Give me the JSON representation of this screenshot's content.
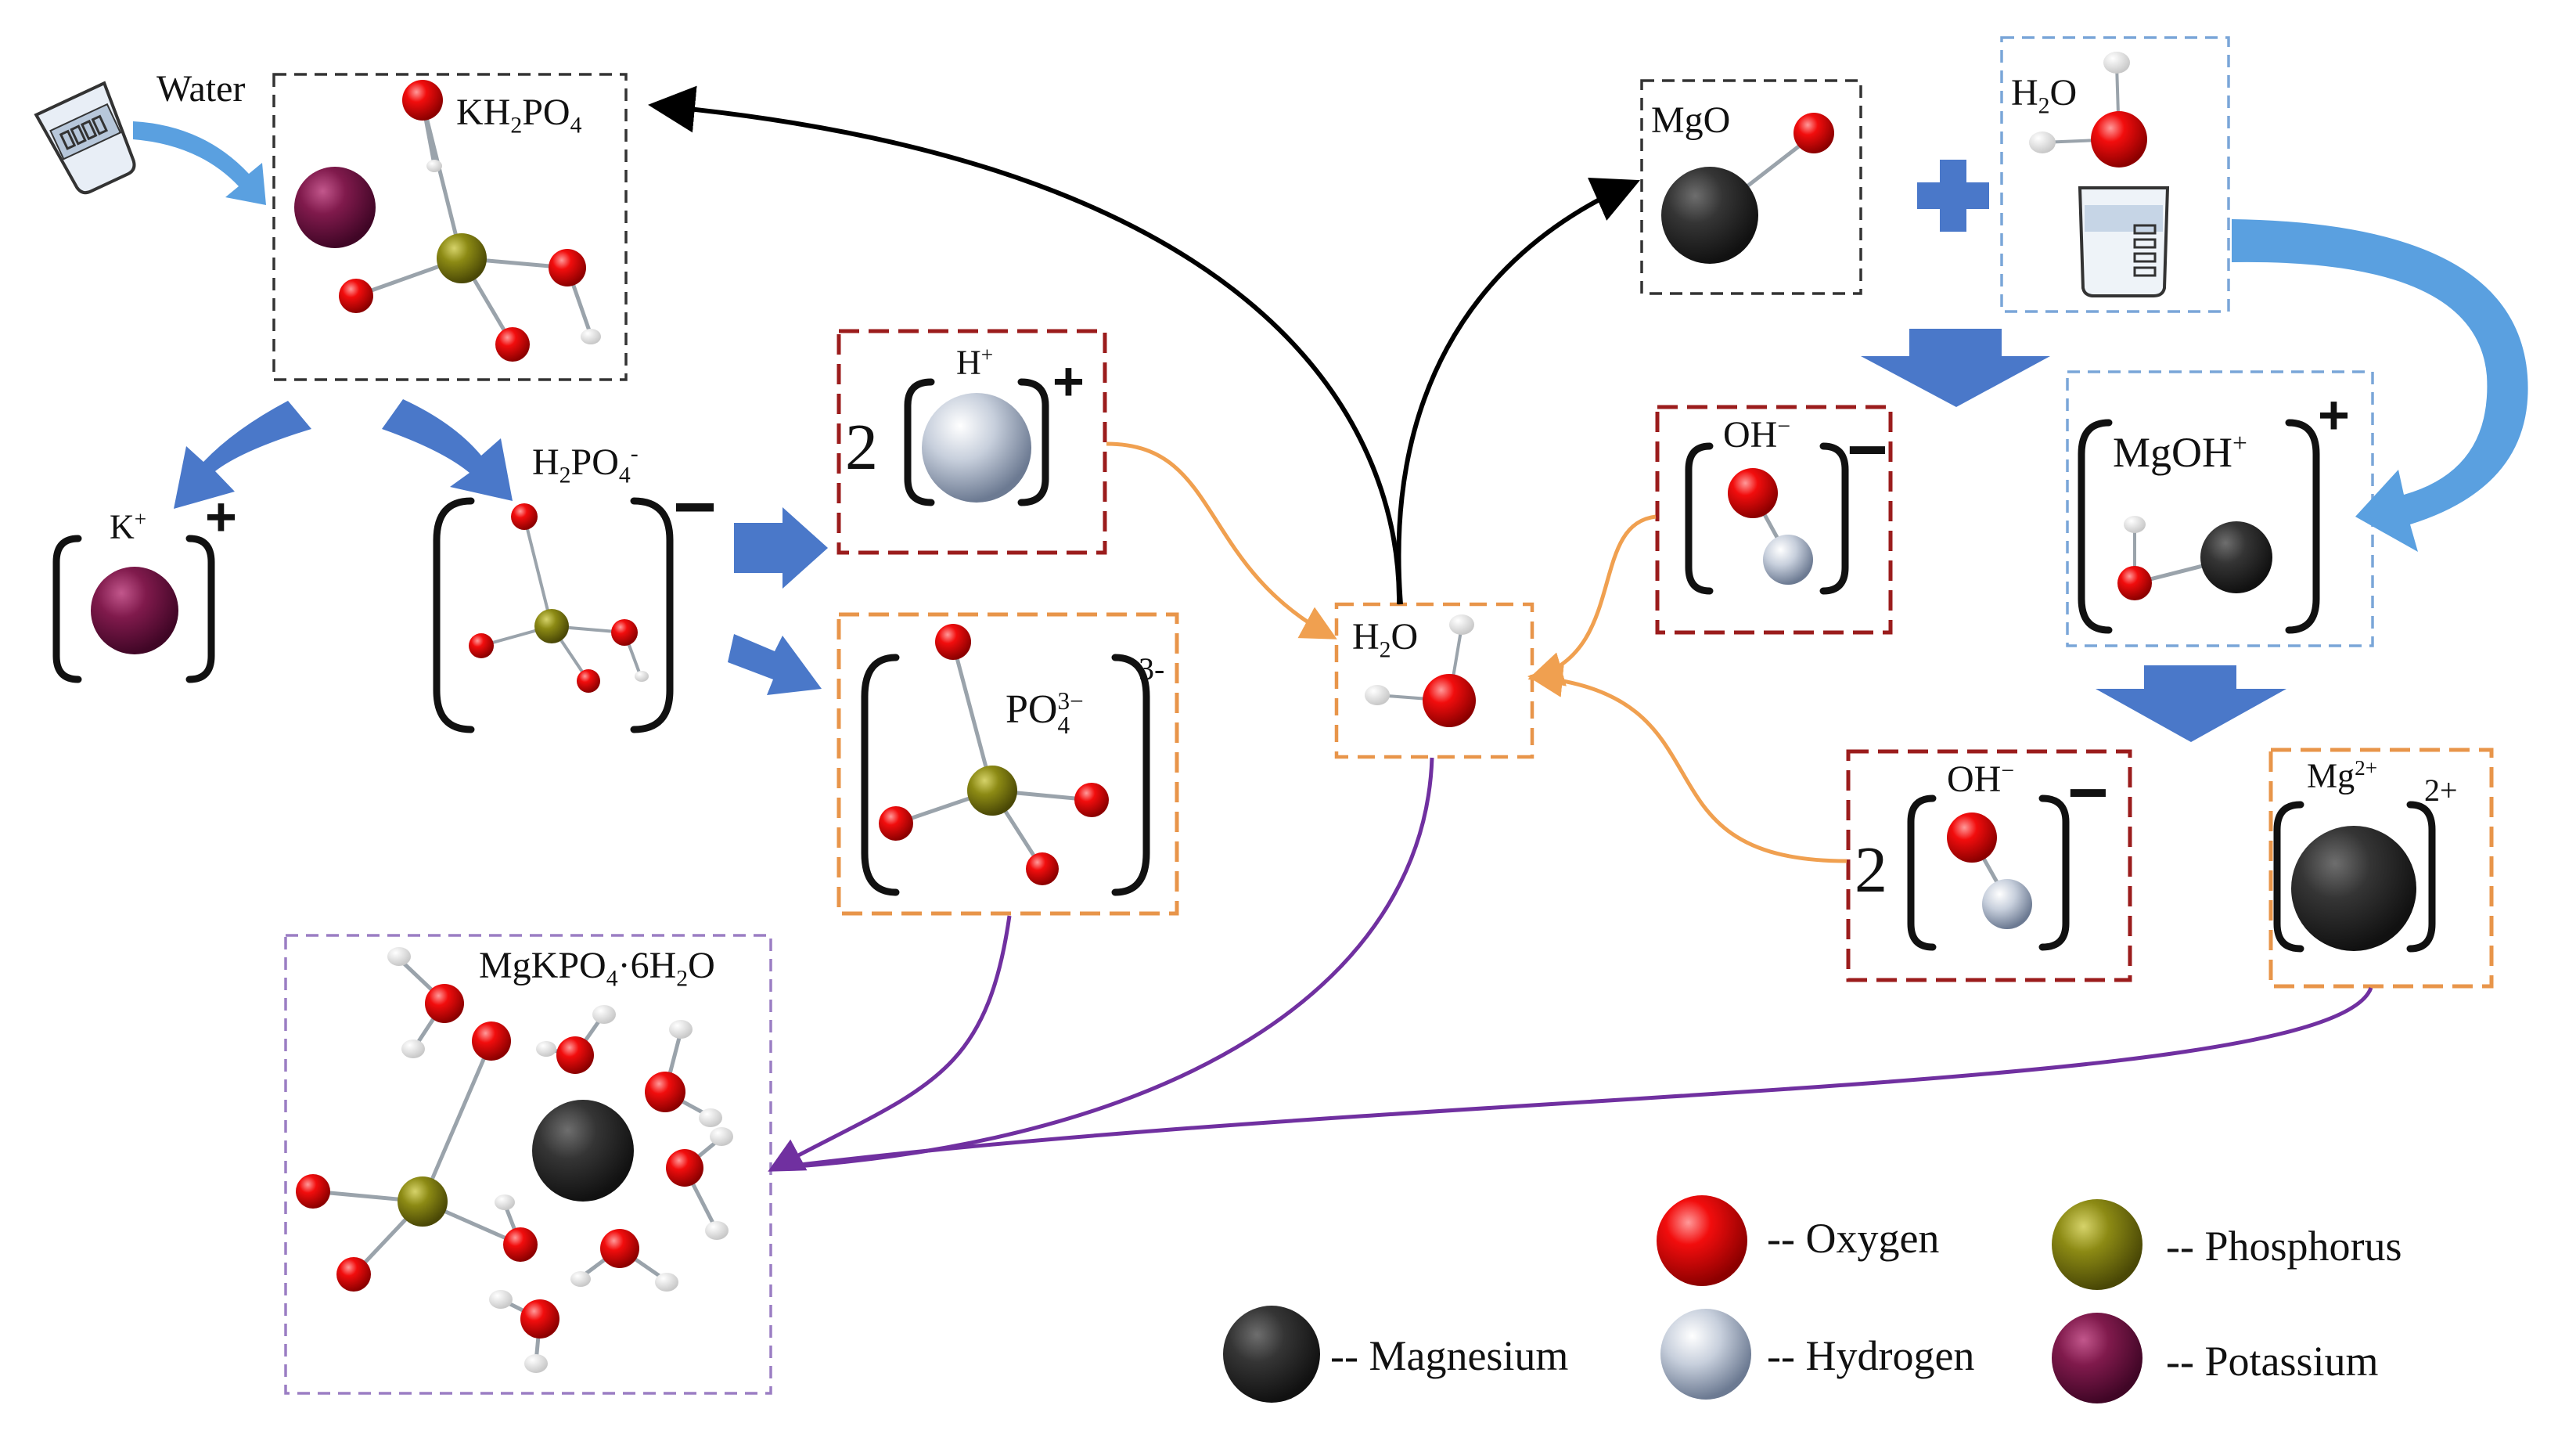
{
  "diagram": {
    "water_label": "Water",
    "kh2po4": {
      "pre": "KH",
      "s1": "2",
      "mid": "PO",
      "s2": "4"
    },
    "k_ion": {
      "label": "K",
      "charge": "+",
      "sign": "+"
    },
    "h2po4_ion": {
      "pre": "H",
      "s1": "2",
      "mid": "PO",
      "s2": "4",
      "sup": "-",
      "sign": "−"
    },
    "h_ion": {
      "coef": "2",
      "label": "H",
      "charge": "+",
      "sign": "+"
    },
    "po4_ion": {
      "pre": "PO",
      "sup": "3−",
      "sub": "4",
      "charge": "3-"
    },
    "h2o_center": {
      "pre": "H",
      "s1": "2",
      "post": "O"
    },
    "mgo_label": "MgO",
    "h2o_top": {
      "pre": "H",
      "s1": "2",
      "post": "O"
    },
    "plus_sign": "+",
    "oh_upper": {
      "label": "OH",
      "sup": "−",
      "sign": "−"
    },
    "mgoh_ion": {
      "label": "MgOH",
      "sup": "+",
      "sign": "+"
    },
    "oh_lower": {
      "coef": "2",
      "label": "OH",
      "sup": "−",
      "sign": "−"
    },
    "mg_ion": {
      "pre": "Mg",
      "sup": "2+",
      "charge": "2+"
    },
    "product": {
      "pre": "MgKPO",
      "s1": "4",
      "mid": "·6H",
      "s2": "2",
      "post": "O"
    }
  },
  "legend": [
    {
      "label": "-- Oxygen",
      "color": "#e8000b"
    },
    {
      "label": "-- Phosphorus",
      "color": "#8a8a12"
    },
    {
      "label": "-- Magnesium",
      "color": "#333333"
    },
    {
      "label": "-- Hydrogen",
      "color": "#b8c4d4"
    },
    {
      "label": "-- Potassium",
      "color": "#801a4c"
    }
  ],
  "colors": {
    "black_arrow": "#000000",
    "orange_line": "#f0a050",
    "purple_line": "#7030a0",
    "blue_arrow": "#4a78c9",
    "light_blue_arrow": "#5aa0e0"
  }
}
